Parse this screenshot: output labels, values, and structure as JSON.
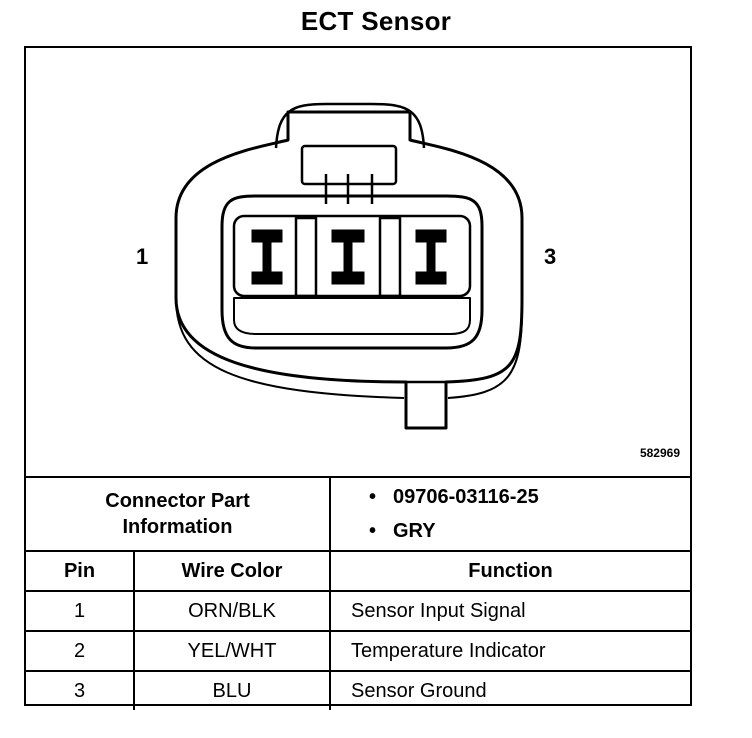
{
  "title": "ECT Sensor",
  "pin_labels": {
    "left": "1",
    "right": "3"
  },
  "figure_id": "582969",
  "connector_info": {
    "label": "Connector Part Information",
    "items": [
      "09706-03116-25",
      "GRY"
    ]
  },
  "table": {
    "headers": {
      "pin": "Pin",
      "wire_color": "Wire Color",
      "function": "Function"
    },
    "rows": [
      {
        "pin": "1",
        "wire_color": "ORN/BLK",
        "function": "Sensor Input Signal"
      },
      {
        "pin": "2",
        "wire_color": "YEL/WHT",
        "function": "Temperature Indicator"
      },
      {
        "pin": "3",
        "wire_color": "BLU",
        "function": "Sensor Ground"
      }
    ]
  }
}
